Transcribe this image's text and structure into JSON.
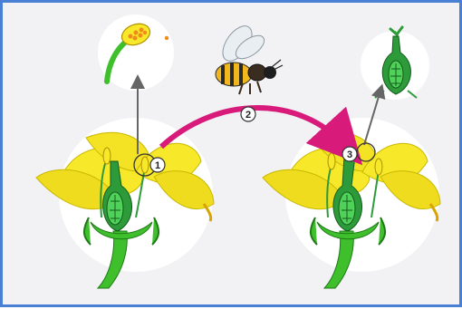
{
  "diagram": {
    "markers": [
      {
        "id": "1",
        "label": "1"
      },
      {
        "id": "2",
        "label": "2"
      },
      {
        "id": "3",
        "label": "3"
      }
    ],
    "icons": {
      "pollinator": "bee-icon",
      "flower_left": "flower-icon",
      "flower_right": "flower-icon",
      "stamen_detail": "anther-pollen-icon",
      "pistil_detail": "pistil-icon",
      "transfer_arrow": "curved-arrow-icon"
    },
    "colors": {
      "petal": "#f7e82a",
      "petal_shade": "#d9c80c",
      "pistil": "#2e9b3a",
      "stem": "#3fbf2c",
      "pollen": "#f08a1a",
      "transfer_arrow": "#d81b7a",
      "border": "#4a7fd6"
    }
  }
}
